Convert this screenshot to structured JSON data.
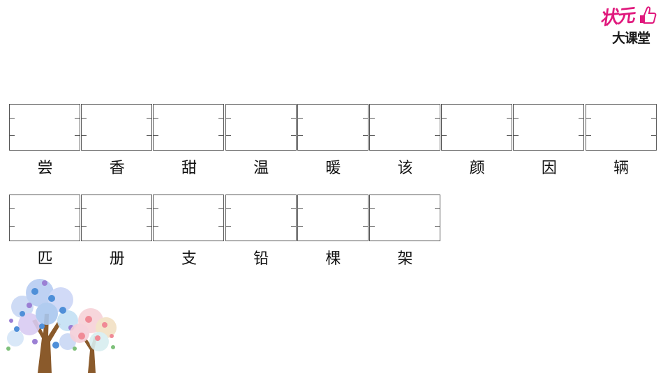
{
  "logo": {
    "top_text": "状元",
    "bottom_text": "大课堂",
    "brand_color": "#e0197d"
  },
  "rows": [
    {
      "chars": [
        "尝",
        "香",
        "甜",
        "温",
        "暖",
        "该",
        "颜",
        "因",
        "辆"
      ]
    },
    {
      "chars": [
        "匹",
        "册",
        "支",
        "铅",
        "棵",
        "架"
      ]
    }
  ],
  "decoration": {
    "icon": "tree-illustration-icon"
  }
}
